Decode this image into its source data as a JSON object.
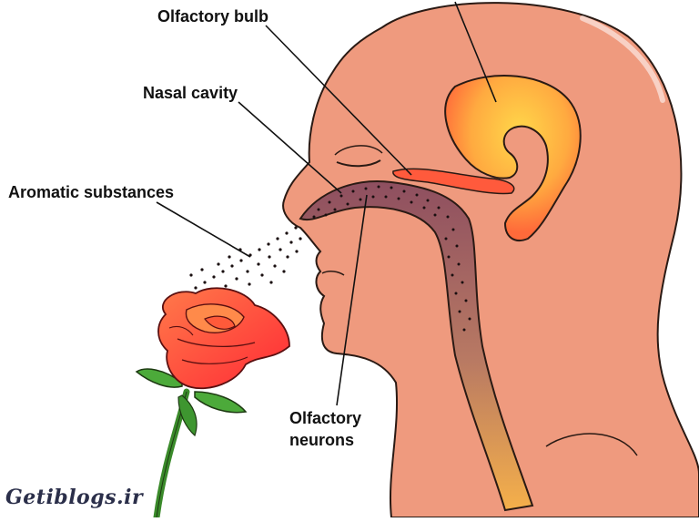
{
  "labels": {
    "olfactory_bulb": "Olfactory bulb",
    "nasal_cavity": "Nasal cavity",
    "aromatic_substances": "Aromatic substances",
    "olfactory_neurons_line1": "Olfactory",
    "olfactory_neurons_line2": "neurons"
  },
  "watermark": "Getiblogs.ir",
  "colors": {
    "skin": "#ef9a7e",
    "skin_outline": "#2a1a14",
    "brain_fill": "#ffb347",
    "bulb_red": "#ff5a3c",
    "cavity": "#9c5a6a",
    "rose_red": "#ff4a3a",
    "leaf_green": "#4caa3a"
  }
}
